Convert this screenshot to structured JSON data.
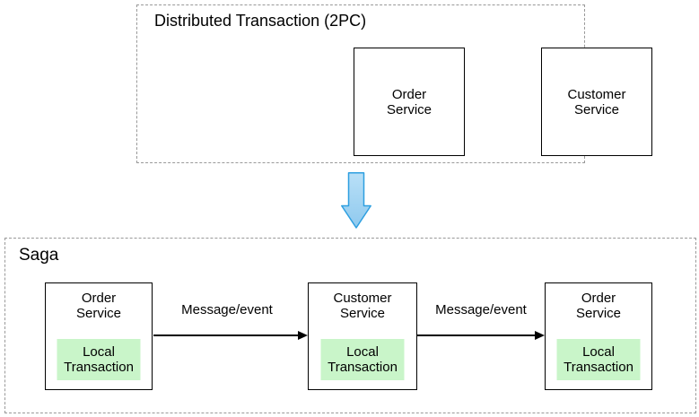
{
  "top_group": {
    "title": "Distributed Transaction (2PC)",
    "nodes": [
      {
        "label": "Order Service"
      },
      {
        "label": "Customer Service"
      }
    ]
  },
  "transform": {
    "icon": "block-arrow-down"
  },
  "bottom_group": {
    "title": "Saga",
    "nodes": [
      {
        "label": "Order Service",
        "sub_label": "Local Transaction"
      },
      {
        "label": "Customer Service",
        "sub_label": "Local Transaction"
      },
      {
        "label": "Order Service",
        "sub_label": "Local Transaction"
      }
    ],
    "edges": [
      {
        "label": "Message/event"
      },
      {
        "label": "Message/event"
      }
    ]
  },
  "colors": {
    "local_transaction_fill": "#c9f5c9",
    "block_arrow_fill_top": "#b9e0f7",
    "block_arrow_fill_bottom": "#8fc9ee",
    "block_arrow_stroke": "#2e9fe0",
    "group_border": "#999999",
    "node_border": "#000000",
    "edge_color": "#000000",
    "background": "#ffffff"
  }
}
